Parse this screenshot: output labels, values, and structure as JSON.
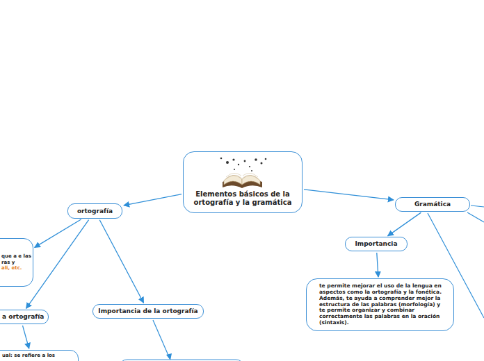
{
  "diagram": {
    "nodes": [
      {
        "text": [
          "Elementos básicos de la ortografía y la gramática"
        ]
      },
      {
        "text": [
          "ortografía"
        ]
      },
      {
        "text": [
          "que a e las ras y",
          "ali, etc."
        ]
      },
      {
        "text": [
          "a ortografía"
        ]
      },
      {
        "text": [
          "ual: se refiere a los"
        ]
      },
      {
        "text": [
          "Importancia de la ortografía"
        ]
      },
      {
        "text": [
          "Gramática"
        ]
      },
      {
        "text": [
          "Importancia"
        ]
      },
      {
        "text": [
          "te permite mejorar el uso de la lengua en aspectos como la ortografía y la fonética. Además, te ayuda a comprender mejor la estructura de las palabras (morfología) y te permite organizar y combinar correctamente las palabras en la oración (sintaxis)."
        ]
      }
    ],
    "edges": [
      {
        "from": 0,
        "to": 1,
        "arrow": "to"
      },
      {
        "from": 0,
        "to": 6,
        "arrow": "to"
      },
      {
        "from": 1,
        "to": 2,
        "arrow": "to"
      },
      {
        "from": 1,
        "to": 3,
        "arrow": "to"
      },
      {
        "from": 1,
        "to": 5,
        "arrow": "to"
      },
      {
        "from": 3,
        "to": 4,
        "arrow": "to"
      },
      {
        "from": 6,
        "to": 7,
        "arrow": "to"
      },
      {
        "from": 7,
        "to": 8,
        "arrow": "to"
      }
    ]
  }
}
